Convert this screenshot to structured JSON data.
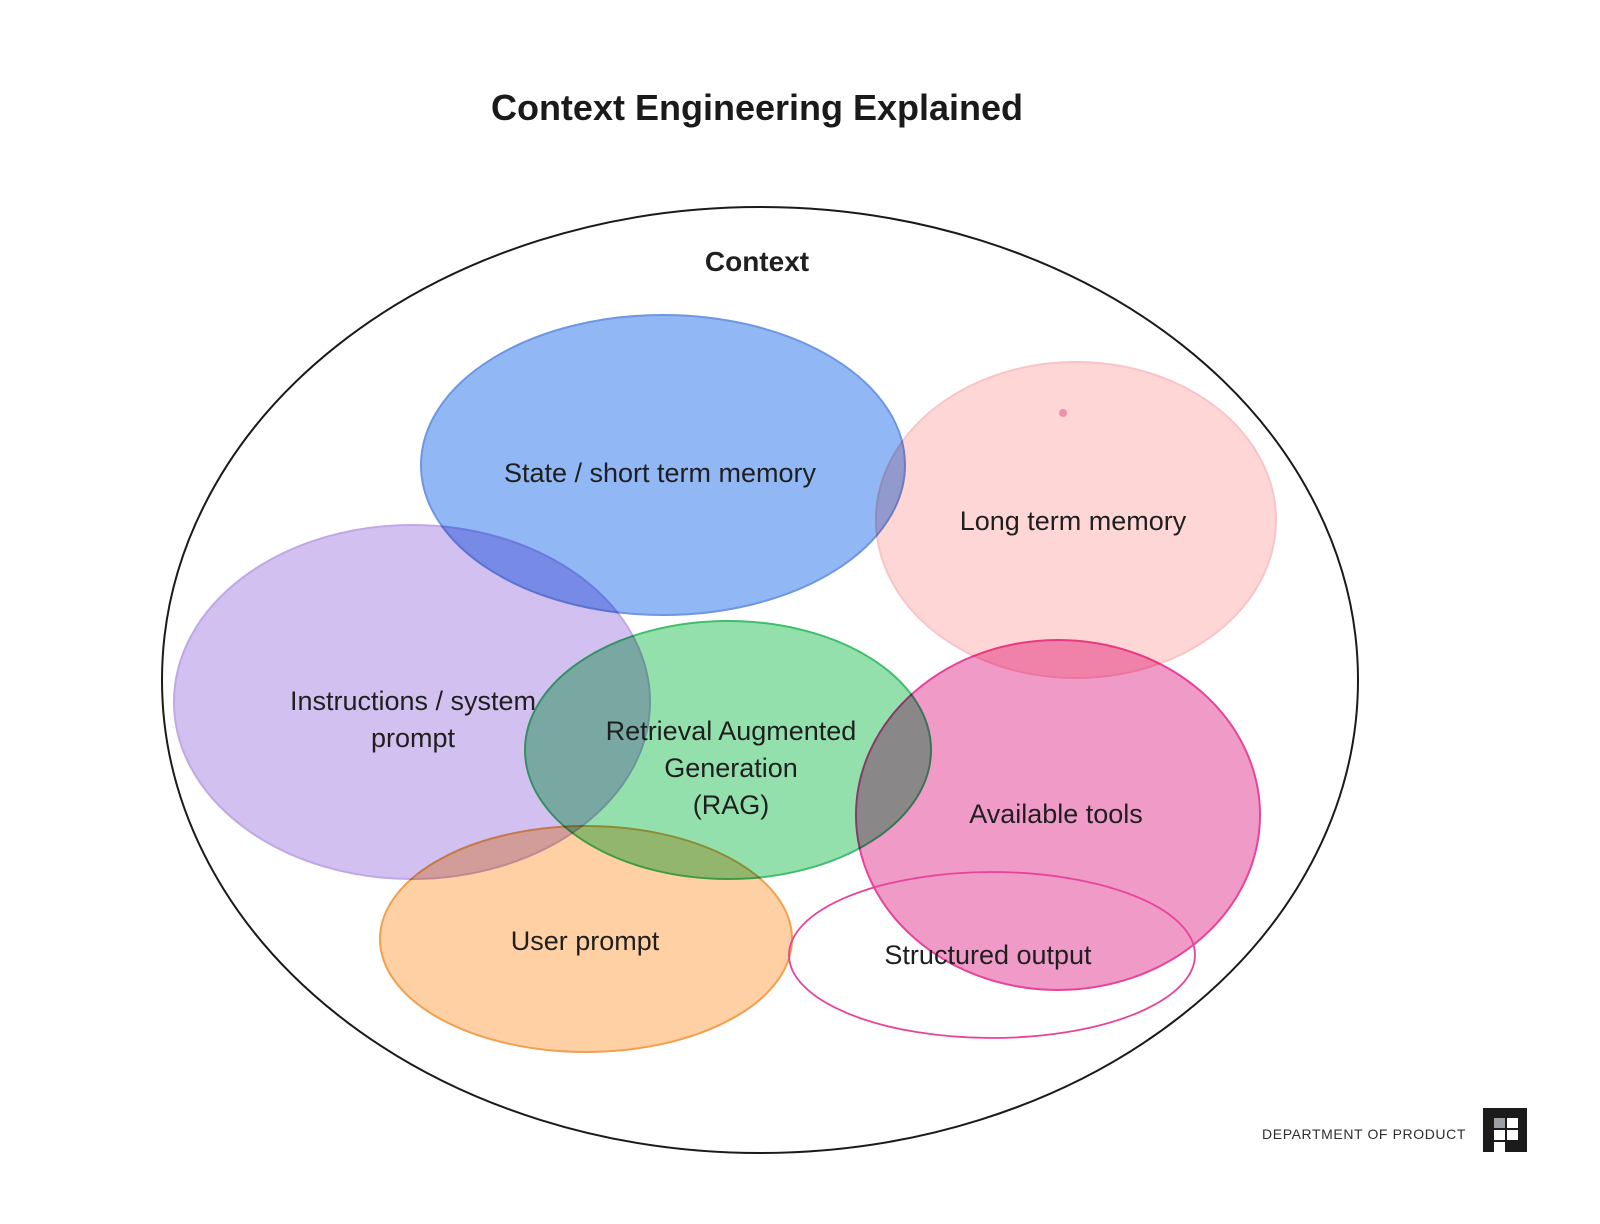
{
  "title": "Context Engineering Explained",
  "diagram": {
    "outer": {
      "label": "Context",
      "fill": "#ffffff",
      "stroke": "#1a1a1a"
    },
    "ellipses": [
      {
        "name": "state-short-term-memory",
        "label": "State / short term memory",
        "fill": "#91b7f5",
        "stroke": "#6d96e3"
      },
      {
        "name": "long-term-memory",
        "label": "Long term memory",
        "fill": "#ffd6d6",
        "stroke": "#f9c3c7"
      },
      {
        "name": "instructions-system-prompt",
        "lines": {
          "0": "Instructions / system",
          "1": "prompt"
        },
        "fill": "#d2c0f0",
        "stroke": "#bfa8e8"
      },
      {
        "name": "retrieval-augmented-generation",
        "lines": {
          "0": "Retrieval Augmented",
          "1": "Generation",
          "2": "(RAG)"
        },
        "fill": "#93e0ad",
        "stroke": "#3fbe6b"
      },
      {
        "name": "available-tools",
        "label": "Available tools",
        "fill": "#f09ac8",
        "stroke": "#e8439a"
      },
      {
        "name": "user-prompt",
        "label": "User prompt",
        "fill": "#ffd0a3",
        "stroke": "#f29f4e"
      },
      {
        "name": "structured-output",
        "label": "Structured output",
        "fill": "none",
        "stroke": "#e8439a"
      }
    ],
    "dot_color": "#ee8fb0"
  },
  "footer": {
    "brand": "DEPARTMENT OF PRODUCT",
    "logo_bg": "#1b1b1b",
    "logo_square": "#ffffff",
    "logo_accent": "#9aa0a6"
  }
}
